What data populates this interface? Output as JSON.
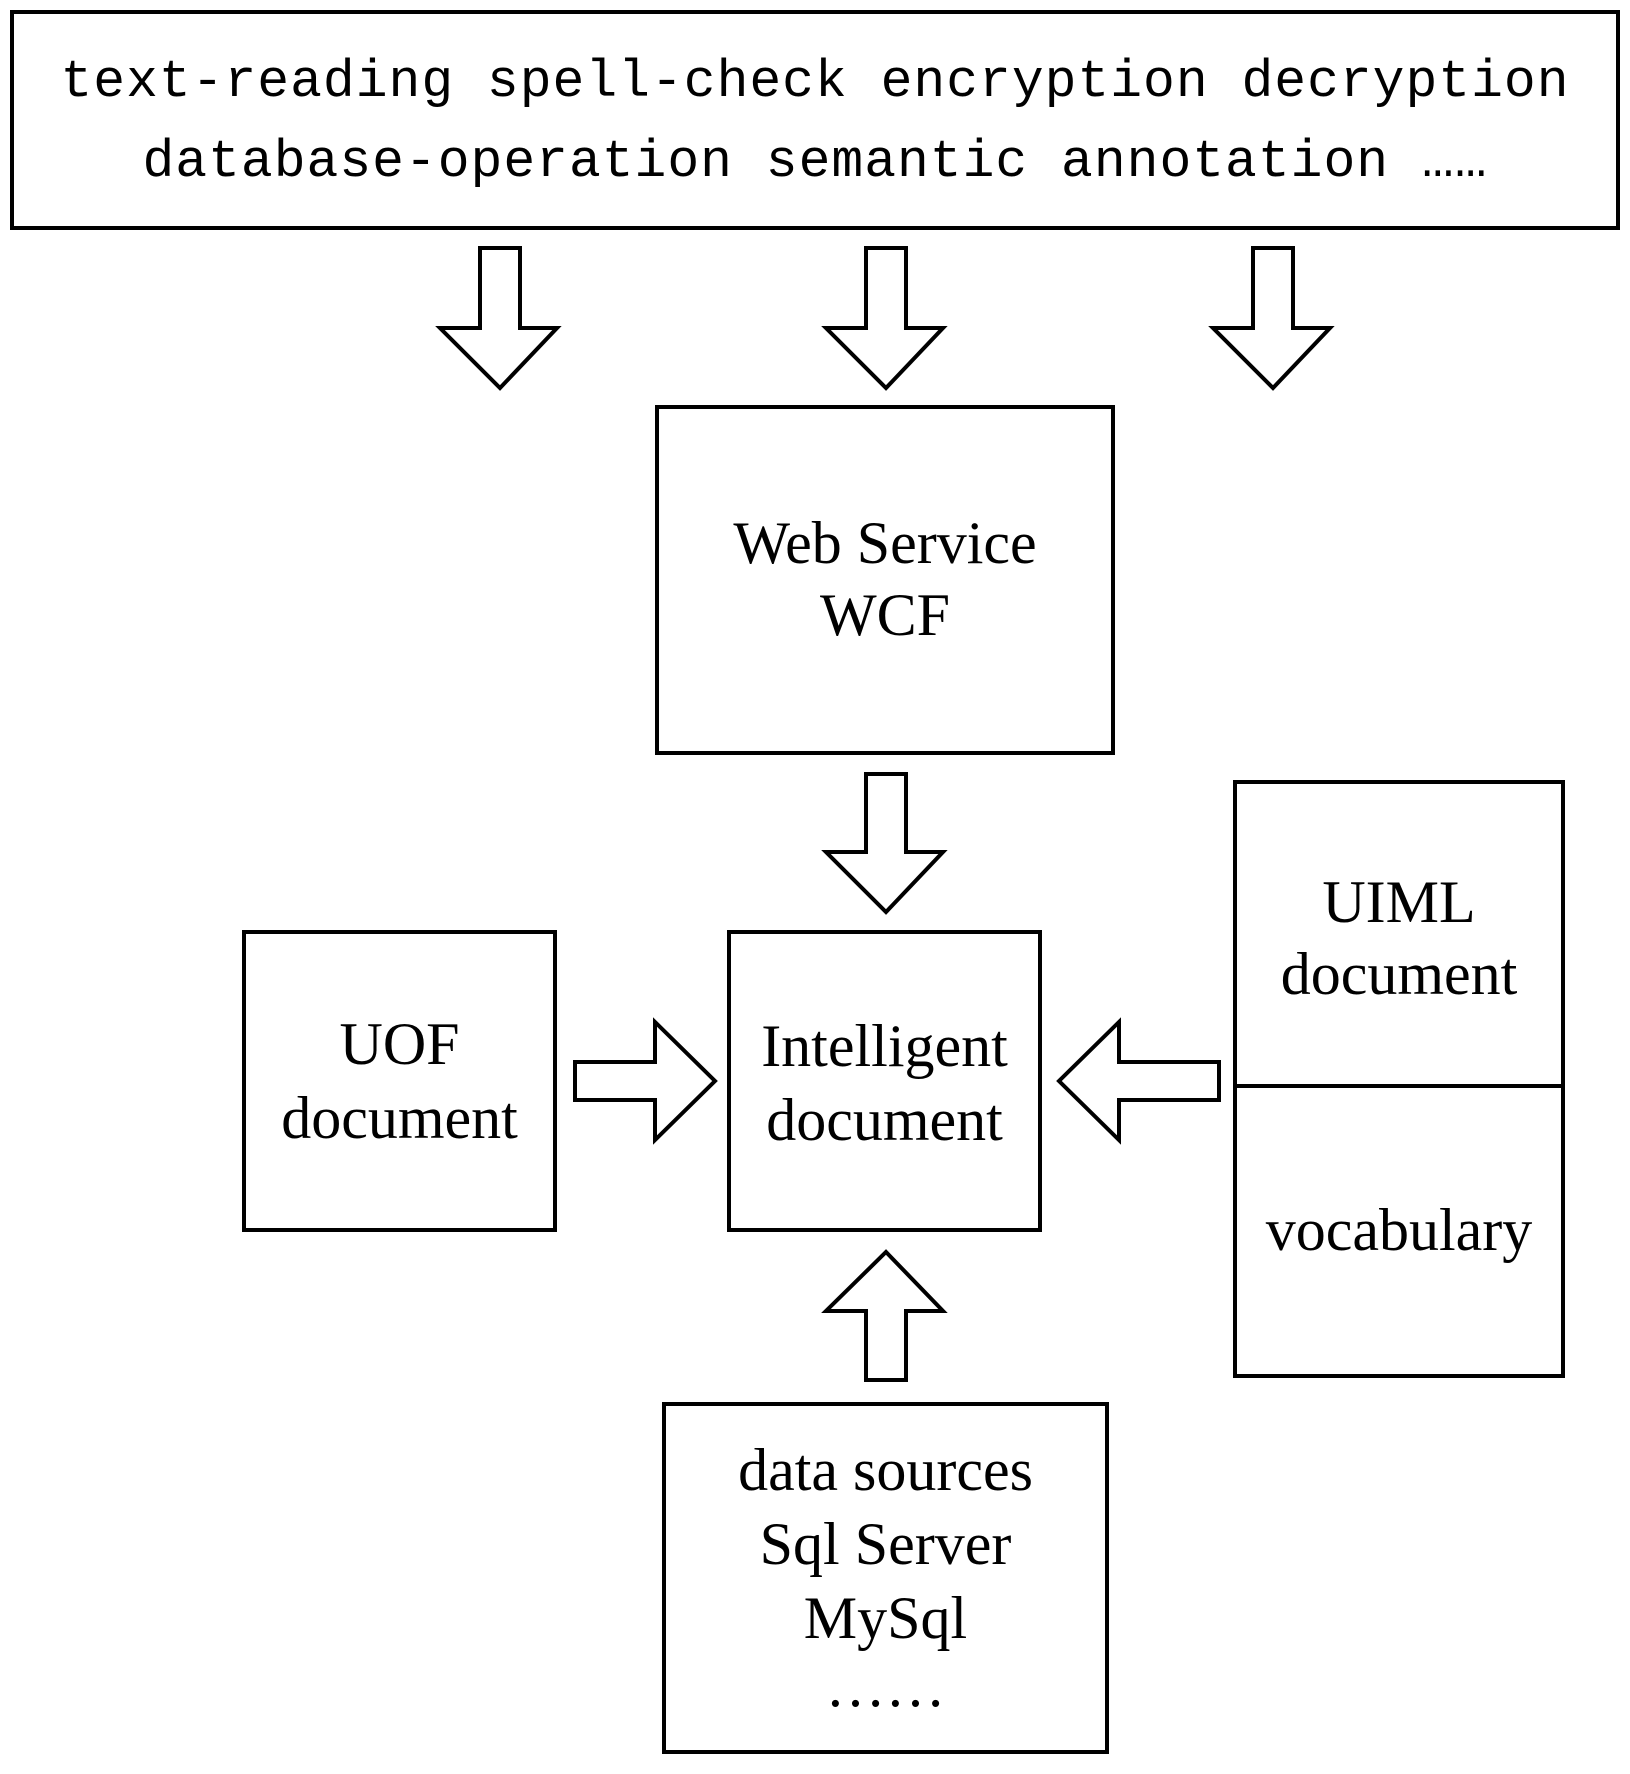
{
  "services_box": {
    "line1": "text-reading spell-check encryption decryption",
    "line2": "database-operation semantic annotation ……"
  },
  "web_service_box": {
    "line1": "Web Service",
    "line2": "WCF"
  },
  "uof_box": {
    "line1": "UOF",
    "line2": "document"
  },
  "intelligent_box": {
    "line1": "Intelligent",
    "line2": "document"
  },
  "uiml_box": {
    "top_line1": "UIML",
    "top_line2": "document",
    "bottom_line1": "vocabulary"
  },
  "data_sources_box": {
    "line1": "data sources",
    "line2": "Sql Server",
    "line3": "MySql",
    "line4": "……"
  }
}
